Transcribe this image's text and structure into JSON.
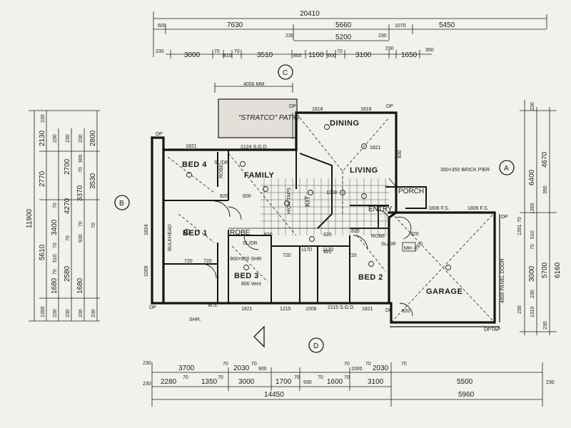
{
  "rooms": {
    "bed4": "BED 4",
    "family": "FAMILY",
    "dining": "DINING",
    "living": "LIVING",
    "bed1": "BED 1",
    "bed3": "BED 3",
    "bed2": "BED 2",
    "garage": "GARAGE",
    "porch": "PORCH",
    "entry": "ENTRY",
    "patio": "\"STRATCO\" PATIO",
    "robe1": "ROBE",
    "robe2": "ROBE",
    "robe_bed4": "ROBE",
    "kitchen": "KIT",
    "shr": "SHR.",
    "mh": "MH",
    "bulkhead": "BULKHEAD",
    "panel_door": "4800 PANEL DOOR",
    "brick_pier": "350×350 BRICK PIER",
    "patio_width": "4000 MM",
    "sgd_top": "2124 S.G.D.",
    "sgd_bottom": "2115 S.G.D.",
    "fs1": "1806 F.S.",
    "fs2": "1806 F.S.",
    "sl_dr1": "SL/DR",
    "sl_dr2": "SL/DR",
    "sl_dr3": "SL/DR",
    "ws": "W.S.",
    "bed3_sub": "800 Vent",
    "tap": "TAP",
    "kitchen_sub": "HIGH TAPS",
    "shr_size": "900×900 SHR"
  },
  "sections": {
    "a": "A",
    "b": "B",
    "c": "C",
    "d": "D"
  },
  "dims_top": {
    "overall": "20410",
    "row1": [
      "600",
      "7630",
      "230",
      "5660",
      "1070",
      "5450"
    ],
    "row2": [
      "5200",
      "230"
    ],
    "row3": [
      "230",
      "3000",
      "70",
      "810",
      "70",
      "3510",
      "800",
      "1100",
      "600",
      "70",
      "3100",
      "230",
      "1650",
      "350"
    ]
  },
  "dims_bottom": {
    "overall": "14450",
    "right_total": "5960",
    "row1": [
      "230",
      "3700",
      "70",
      "2030",
      "70",
      "900",
      "70",
      "1000",
      "70",
      "2030",
      "70",
      "5500",
      "230"
    ],
    "row2": [
      "230",
      "2280",
      "70",
      "1350",
      "70",
      "3000",
      "1700",
      "70",
      "930",
      "70",
      "1600",
      "70",
      "3100"
    ]
  },
  "dims_left": {
    "overall": "11900",
    "col1": [
      "230",
      "2130",
      "2770",
      "5610",
      "1390"
    ],
    "col2": [
      "230",
      "70",
      "3400",
      "70",
      "510",
      "70",
      "1680",
      "230"
    ],
    "col3": [
      "230",
      "2700",
      "4270",
      "70",
      "2580",
      "230"
    ],
    "col4": [
      "230",
      "900",
      "70",
      "3370",
      "70",
      "930",
      "1680",
      "230"
    ],
    "col5": [
      "2800",
      "3530",
      "70",
      "230"
    ]
  },
  "dims_right": {
    "col1": [
      "230",
      "6400",
      "4670",
      "350",
      "1350",
      "6160"
    ],
    "col2": [
      "70",
      "510",
      "70",
      "3000",
      "5700",
      "230",
      "1310"
    ],
    "col3": [
      "230",
      "1351",
      "230"
    ]
  },
  "inner_dims": {
    "top_windows": [
      "1821",
      "1818",
      "1818"
    ],
    "bottom_windows": [
      "1821",
      "1215",
      "1006",
      "1821"
    ],
    "left_window": "1824",
    "left_low": "1009",
    "right_window": "830",
    "doors": [
      "820",
      "820",
      "820",
      "820",
      "720",
      "720",
      "720",
      "820",
      "820",
      "720",
      "600"
    ],
    "sgd_right": "1821",
    "bath_dims": [
      "1170",
      "1170"
    ],
    "garage_door": "820",
    "misc": [
      "1200",
      "1000"
    ]
  },
  "markers": {
    "dp": "DP"
  }
}
